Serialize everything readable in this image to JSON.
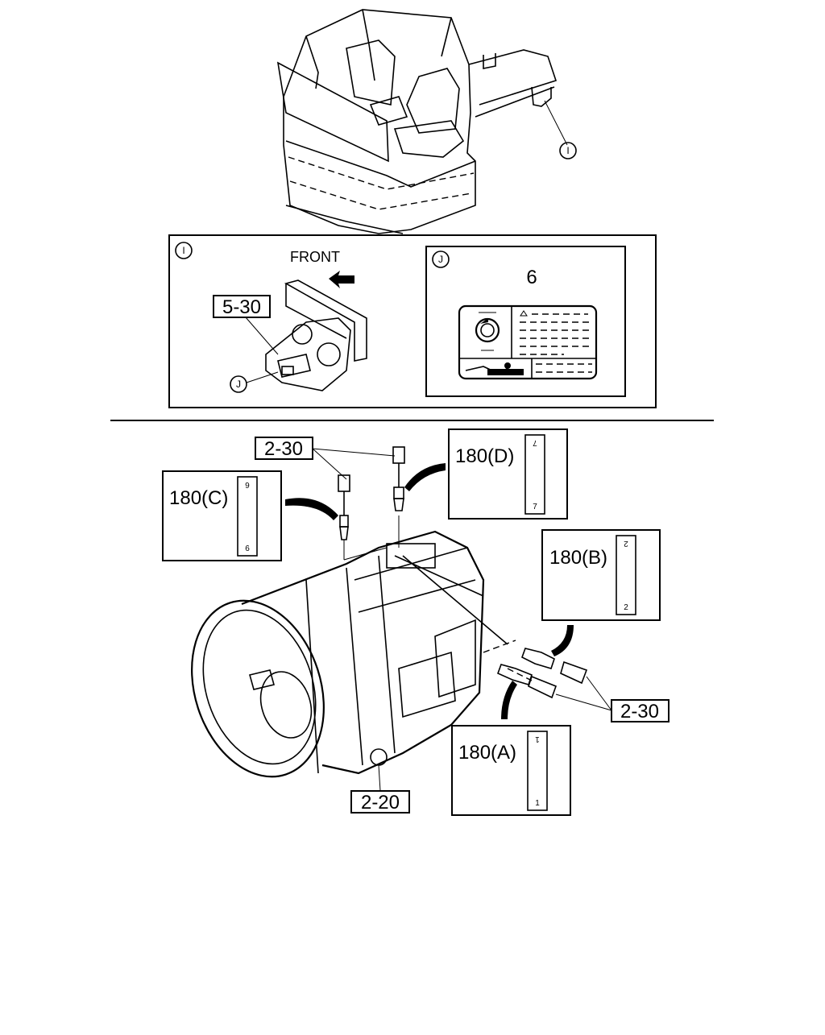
{
  "callouts": {
    "view_i": "I",
    "view_j": "J",
    "front": "FRONT",
    "bracket_ref": "5-30",
    "label_ref": "6",
    "sensor_ref_top": "2-30",
    "sensor_ref_right": "2-30",
    "transmission_ref": "2-20"
  },
  "labels": {
    "a": {
      "code": "180(A)",
      "top": "1",
      "bottom": "1"
    },
    "b": {
      "code": "180(B)",
      "top": "2",
      "bottom": "2"
    },
    "c": {
      "code": "180(C)",
      "top": "6",
      "bottom": "6"
    },
    "d": {
      "code": "180(D)",
      "top": "7",
      "bottom": "7"
    }
  }
}
